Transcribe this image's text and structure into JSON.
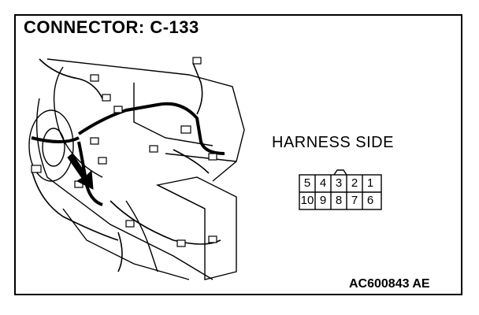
{
  "diagram": {
    "title": "CONNECTOR: C-133",
    "side_label": "HARNESS SIDE",
    "figure_code": "AC600843 AE",
    "connector": {
      "top_row": [
        "5",
        "4",
        "3",
        "2",
        "1"
      ],
      "bottom_row": [
        "10",
        "9",
        "8",
        "7",
        "6"
      ]
    }
  }
}
